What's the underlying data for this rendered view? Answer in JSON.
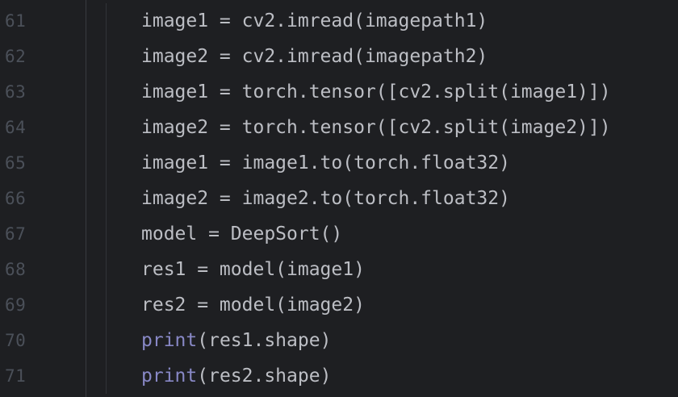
{
  "colors": {
    "background": "#1e1f22",
    "line_number": "#4b5059",
    "code_text": "#bcbec4",
    "builtin": "#8888c6",
    "gutter_divider": "#393b40"
  },
  "lines": [
    {
      "number": "61",
      "text": "image1 = cv2.imread(imagepath1)"
    },
    {
      "number": "62",
      "text": "image2 = cv2.imread(imagepath2)"
    },
    {
      "number": "63",
      "text": "image1 = torch.tensor([cv2.split(image1)])"
    },
    {
      "number": "64",
      "text": "image2 = torch.tensor([cv2.split(image2)])"
    },
    {
      "number": "65",
      "text": "image1 = image1.to(torch.float32)"
    },
    {
      "number": "66",
      "text": "image2 = image2.to(torch.float32)"
    },
    {
      "number": "67",
      "text": "model = DeepSort()"
    },
    {
      "number": "68",
      "text": "res1 = model(image1)"
    },
    {
      "number": "69",
      "text": "res2 = model(image2)"
    },
    {
      "number": "70",
      "builtin": "print",
      "rest": "(res1.shape)"
    },
    {
      "number": "71",
      "builtin": "print",
      "rest": "(res2.shape)"
    }
  ]
}
